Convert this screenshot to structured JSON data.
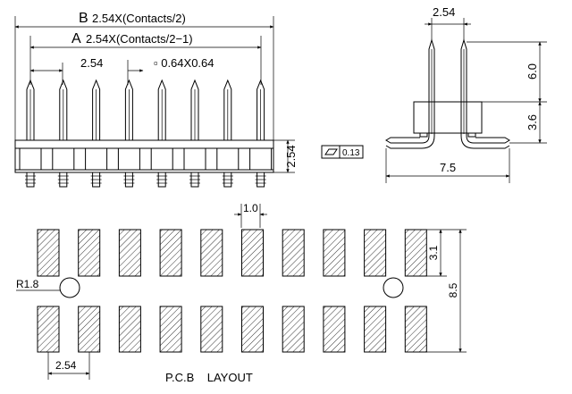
{
  "front_view": {
    "dim_b": {
      "letter": "B",
      "formula": "2.54X(Contacts/2)"
    },
    "dim_a": {
      "letter": "A",
      "formula": "2.54X(Contacts/2−1)"
    },
    "pitch": "2.54",
    "pin_size": "▫ 0.64X0.64",
    "height": "2.54"
  },
  "side_view": {
    "pitch": "2.54",
    "pin_height": "6.0",
    "body_height": "3.6",
    "depth": "7.5",
    "flatness_value": "0.13"
  },
  "pcb_layout": {
    "pad_width": "1.0",
    "pad_length": "3.1",
    "row_span": "8.5",
    "hole_radius": "R1.8",
    "pitch": "2.54",
    "caption": "P.C.B    LAYOUT"
  }
}
